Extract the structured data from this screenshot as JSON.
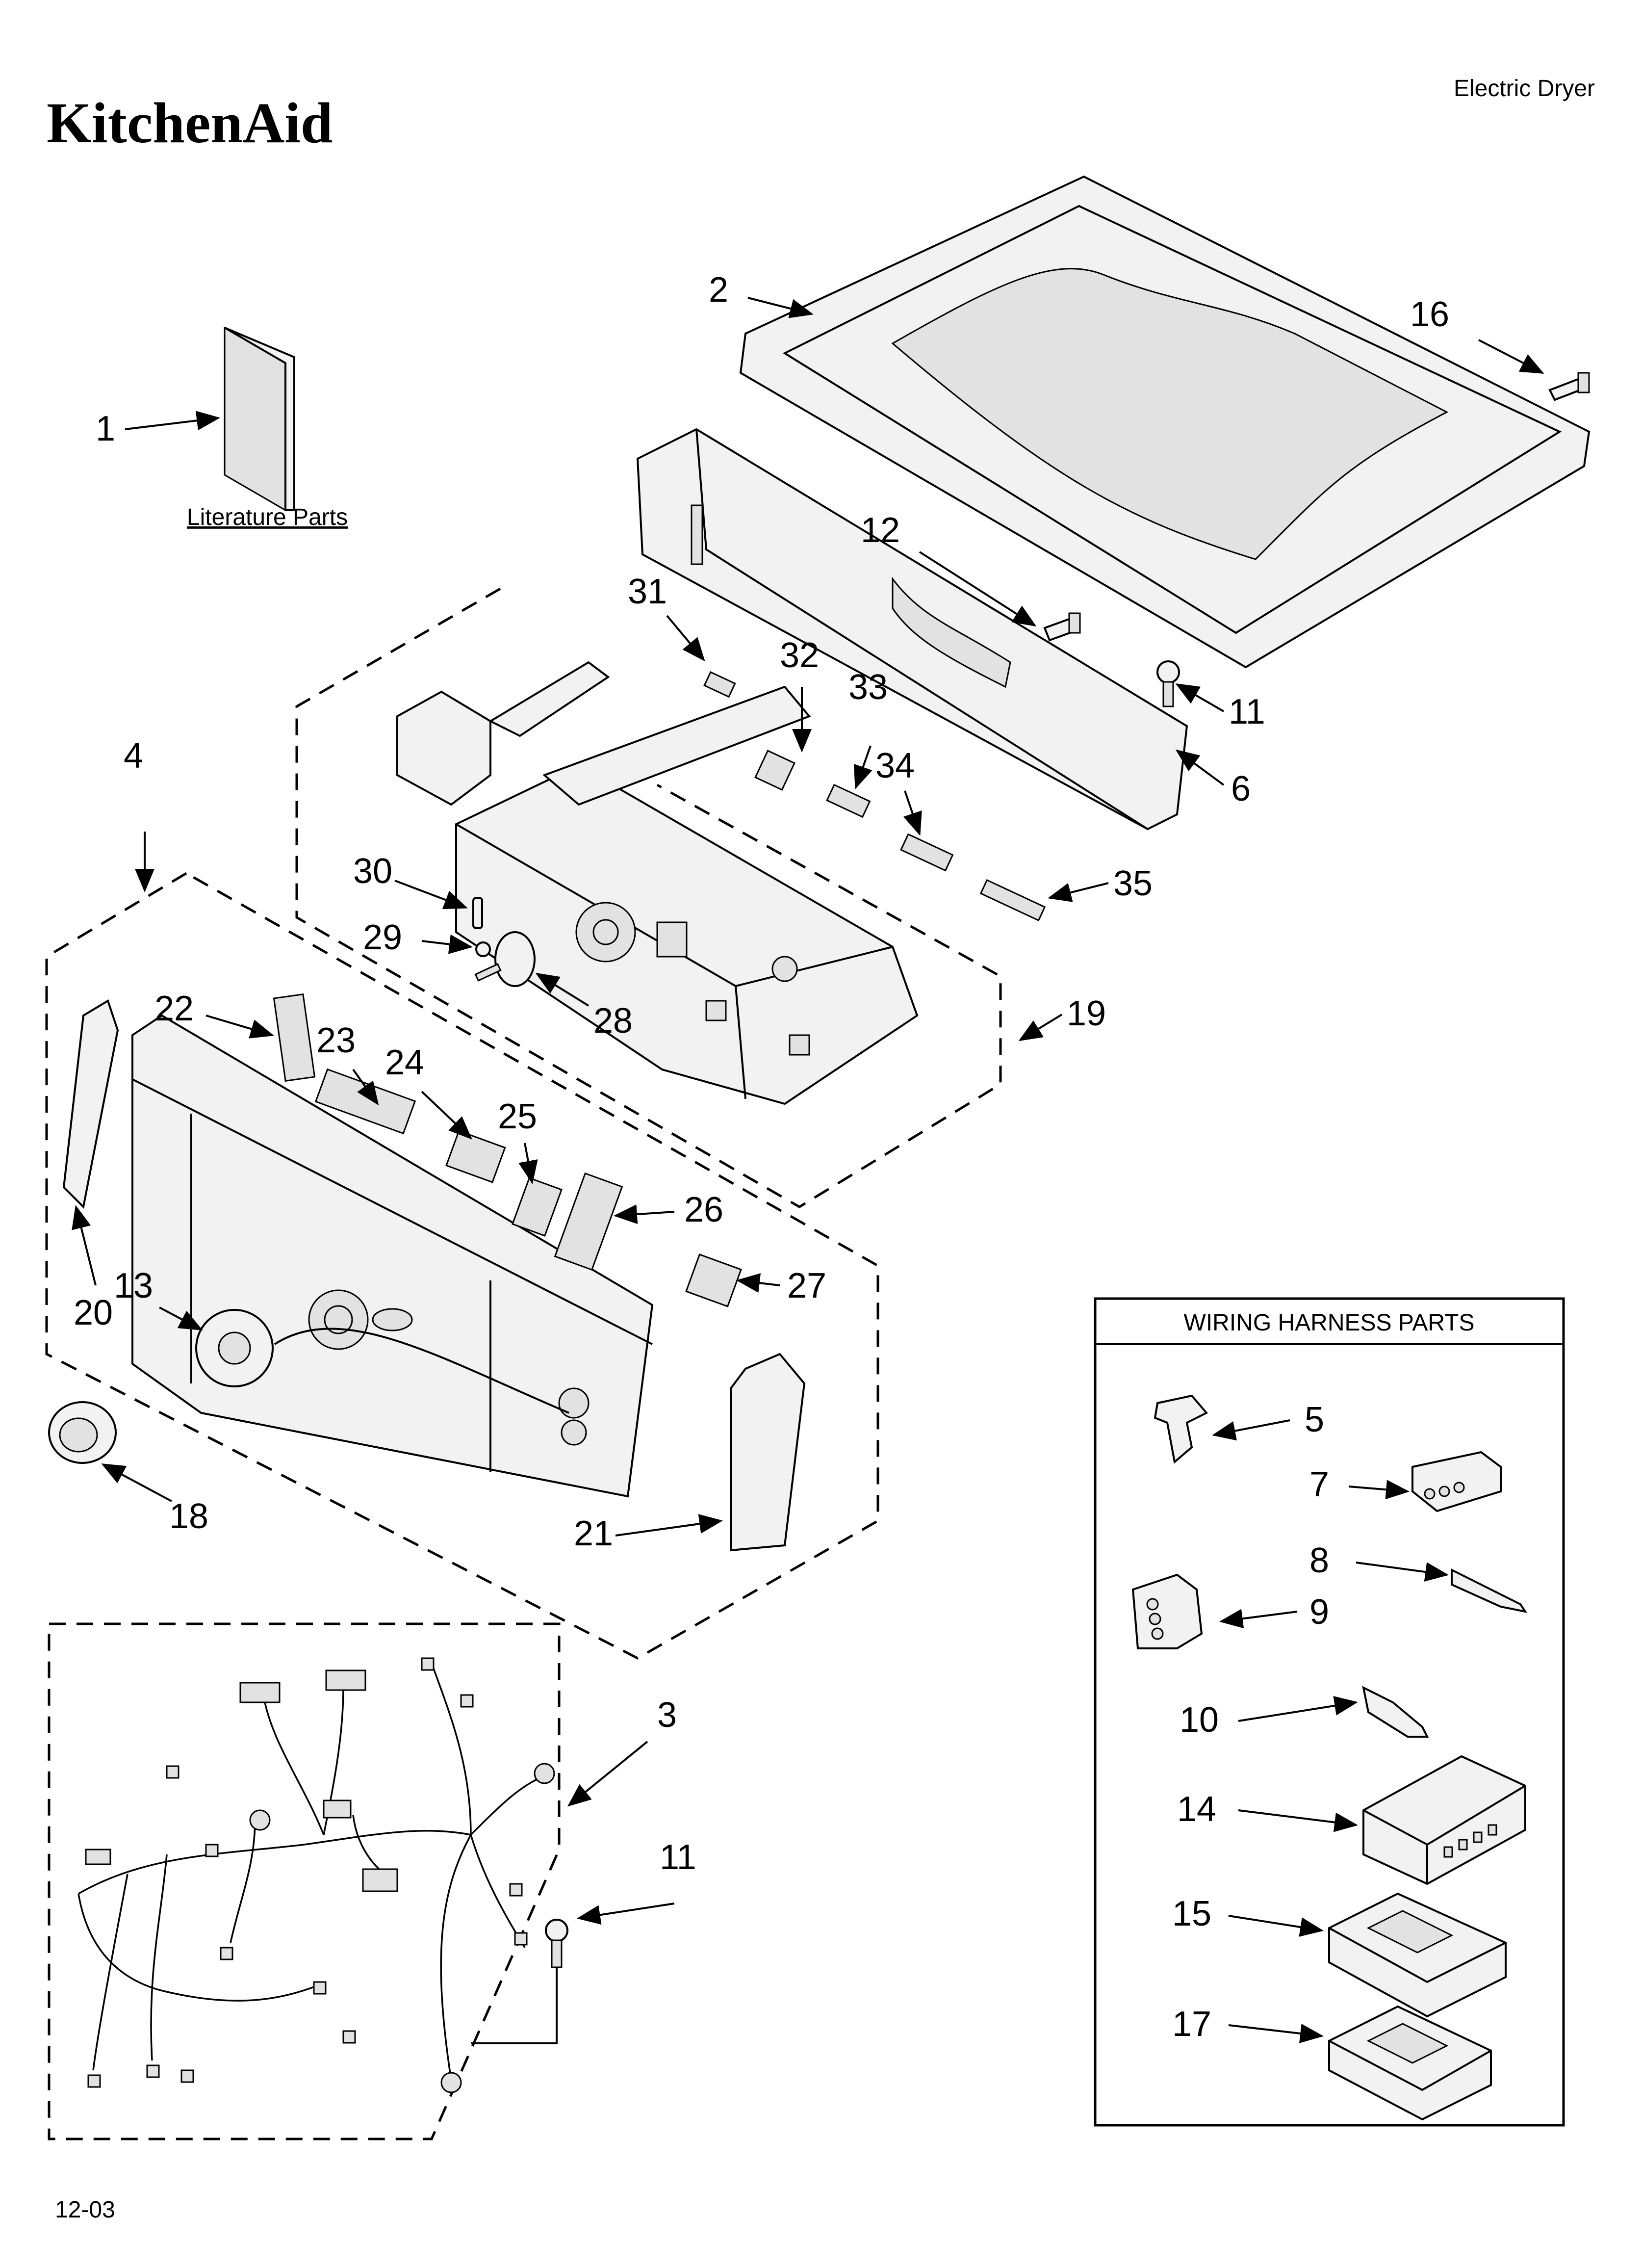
{
  "header": {
    "brand": "KitchenAid",
    "product": "Electric Dryer"
  },
  "literature": {
    "caption": "Literature Parts"
  },
  "wiring_box": {
    "title": "WIRING HARNESS PARTS"
  },
  "callouts": {
    "c1": "1",
    "c2": "2",
    "c3": "3",
    "c4": "4",
    "c5": "5",
    "c6": "6",
    "c7": "7",
    "c8": "8",
    "c9": "9",
    "c10": "10",
    "c11a": "11",
    "c11b": "11",
    "c12": "12",
    "c13": "13",
    "c14": "14",
    "c15": "15",
    "c16": "16",
    "c17": "17",
    "c18": "18",
    "c19": "19",
    "c20": "20",
    "c21": "21",
    "c22": "22",
    "c23": "23",
    "c24": "24",
    "c25": "25",
    "c26": "26",
    "c27": "27",
    "c28": "28",
    "c29": "29",
    "c30": "30",
    "c31": "31",
    "c32": "32",
    "c33": "33",
    "c34": "34",
    "c35": "35"
  },
  "footer": {
    "code": "12-03"
  }
}
